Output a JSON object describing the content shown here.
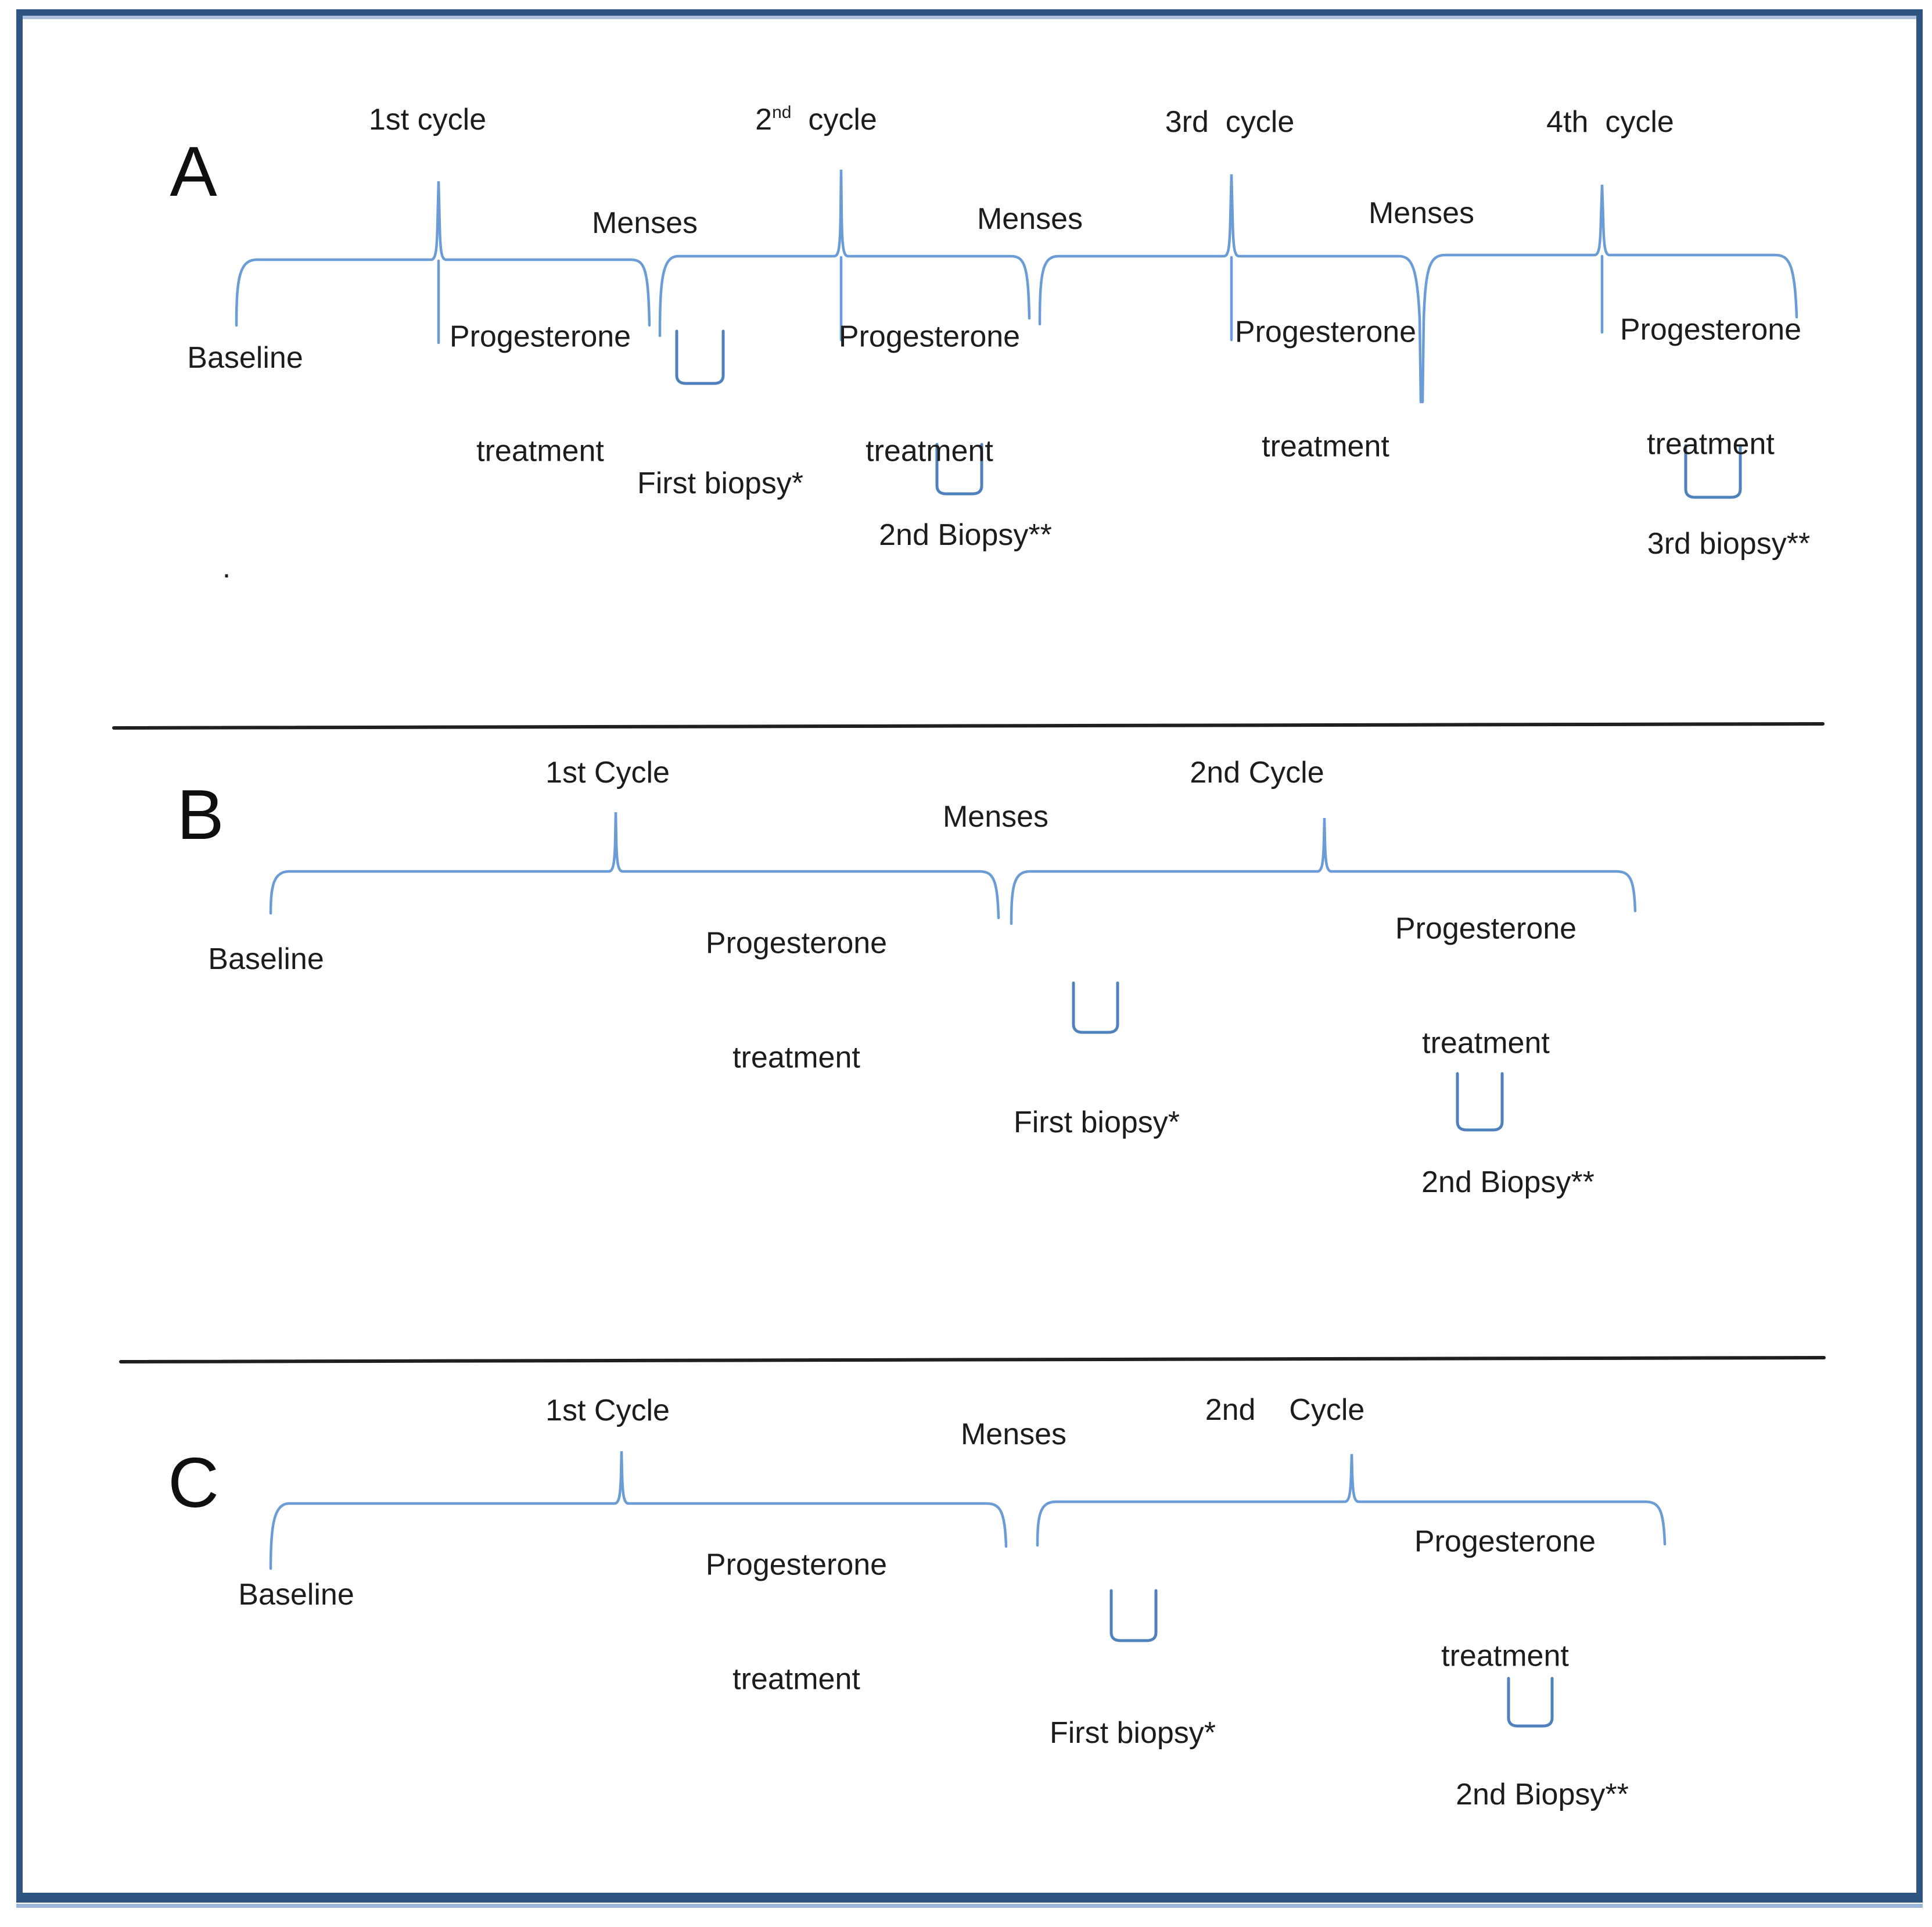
{
  "figure_title": "Study design timeline figure",
  "colors": {
    "brace_blue": "#6b9cd6",
    "cup_blue": "#4f81bd",
    "frame_navy": "#2e5481",
    "divider_black": "#1f1f1f",
    "text": "#1c1c1c"
  },
  "panelA": {
    "letter": "A",
    "cycle1": "1st cycle",
    "cycle2_num": "2",
    "cycle2_sup": "nd",
    "cycle2_word": "  cycle",
    "cycle3": "3rd  cycle",
    "cycle4": "4th  cycle",
    "menses1": "Menses",
    "menses2": "Menses",
    "menses3": "Menses",
    "baseline": "Baseline",
    "prog1": {
      "line1": "Progesterone",
      "line2": "treatment"
    },
    "prog2": {
      "line1": "Progesterone",
      "line2": "treatment"
    },
    "prog3": {
      "line1": "Progesterone",
      "line2": "treatment"
    },
    "prog4": {
      "line1": "Progesterone",
      "line2": "treatment"
    },
    "biopsy1": "First biopsy*",
    "biopsy2": "2nd Biopsy**",
    "biopsy3": "3rd biopsy**",
    "dot": "."
  },
  "panelB": {
    "letter": "B",
    "cycle1": "1st Cycle",
    "cycle2": "2nd Cycle",
    "menses": "Menses",
    "baseline": "Baseline",
    "prog1": {
      "line1": "Progesterone",
      "line2": "treatment"
    },
    "prog2": {
      "line1": "Progesterone",
      "line2": "treatment"
    },
    "biopsy1": "First biopsy*",
    "biopsy2": "2nd Biopsy**"
  },
  "panelC": {
    "letter": "C",
    "cycle1": "1st Cycle",
    "cycle2": "2nd    Cycle",
    "menses": "Menses",
    "baseline": "Baseline",
    "prog1": {
      "line1": "Progesterone",
      "line2": "treatment"
    },
    "prog2": {
      "line1": "Progesterone",
      "line2": "treatment"
    },
    "biopsy1": "First biopsy*",
    "biopsy2": "2nd Biopsy**"
  }
}
